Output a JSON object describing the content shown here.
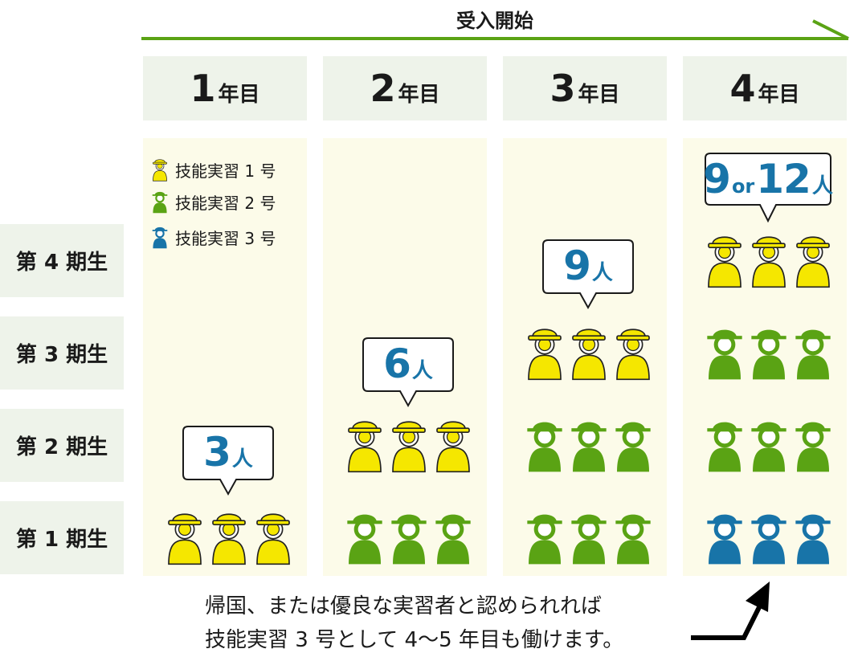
{
  "header": {
    "title": "受入開始"
  },
  "years": [
    {
      "num": "1",
      "suffix": "年目"
    },
    {
      "num": "2",
      "suffix": "年目"
    },
    {
      "num": "3",
      "suffix": "年目"
    },
    {
      "num": "4",
      "suffix": "年目"
    }
  ],
  "periods": [
    "第 4 期生",
    "第 3 期生",
    "第 2 期生",
    "第 1 期生"
  ],
  "legend": [
    {
      "label": "技能実習 1 号",
      "color": "#f5e700"
    },
    {
      "label": "技能実習 2 号",
      "color": "#5aa314"
    },
    {
      "label": "技能実習 3 号",
      "color": "#1874a8"
    }
  ],
  "bubbles": [
    {
      "num": "3",
      "unit": "人"
    },
    {
      "num": "6",
      "unit": "人"
    },
    {
      "num": "9",
      "unit": "人"
    },
    {
      "num": "9",
      "or": "or",
      "num2": "12",
      "unit": "人"
    }
  ],
  "note": {
    "line1": "帰国、または優良な実習者と認められれば",
    "line2": "技能実習 3 号として 4～5 年目も働けます。"
  },
  "colors": {
    "accent_green": "#5aa314",
    "stage1": "#f5e700",
    "stage2": "#5aa314",
    "stage3": "#1874a8",
    "bubble_text": "#1874a8"
  },
  "grid": [
    [
      "",
      "",
      "",
      "stage1"
    ],
    [
      "",
      "",
      "stage1",
      "stage2"
    ],
    [
      "",
      "stage1",
      "stage2",
      "stage2"
    ],
    [
      "stage1",
      "stage2",
      "stage2",
      "stage3"
    ]
  ]
}
